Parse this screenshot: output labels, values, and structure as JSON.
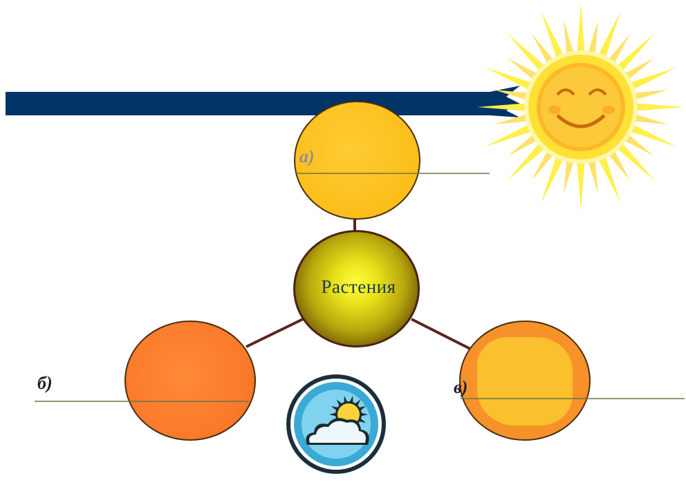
{
  "diagram": {
    "center_label": "Растения",
    "branch_labels": {
      "top": "а)",
      "left": "б)",
      "right": "в)"
    }
  },
  "icons": {
    "sun": "smiling-sun-icon",
    "weather": "sun-behind-cloud-icon"
  },
  "colors": {
    "arrow_bar": "#003366",
    "circle_top": "#fbbe1a",
    "circle_center": "#e9e21a",
    "circle_left": "#f97a2a",
    "circle_right": "#f7922a",
    "connector": "#5b2420",
    "answer_line": "#6b7448"
  }
}
